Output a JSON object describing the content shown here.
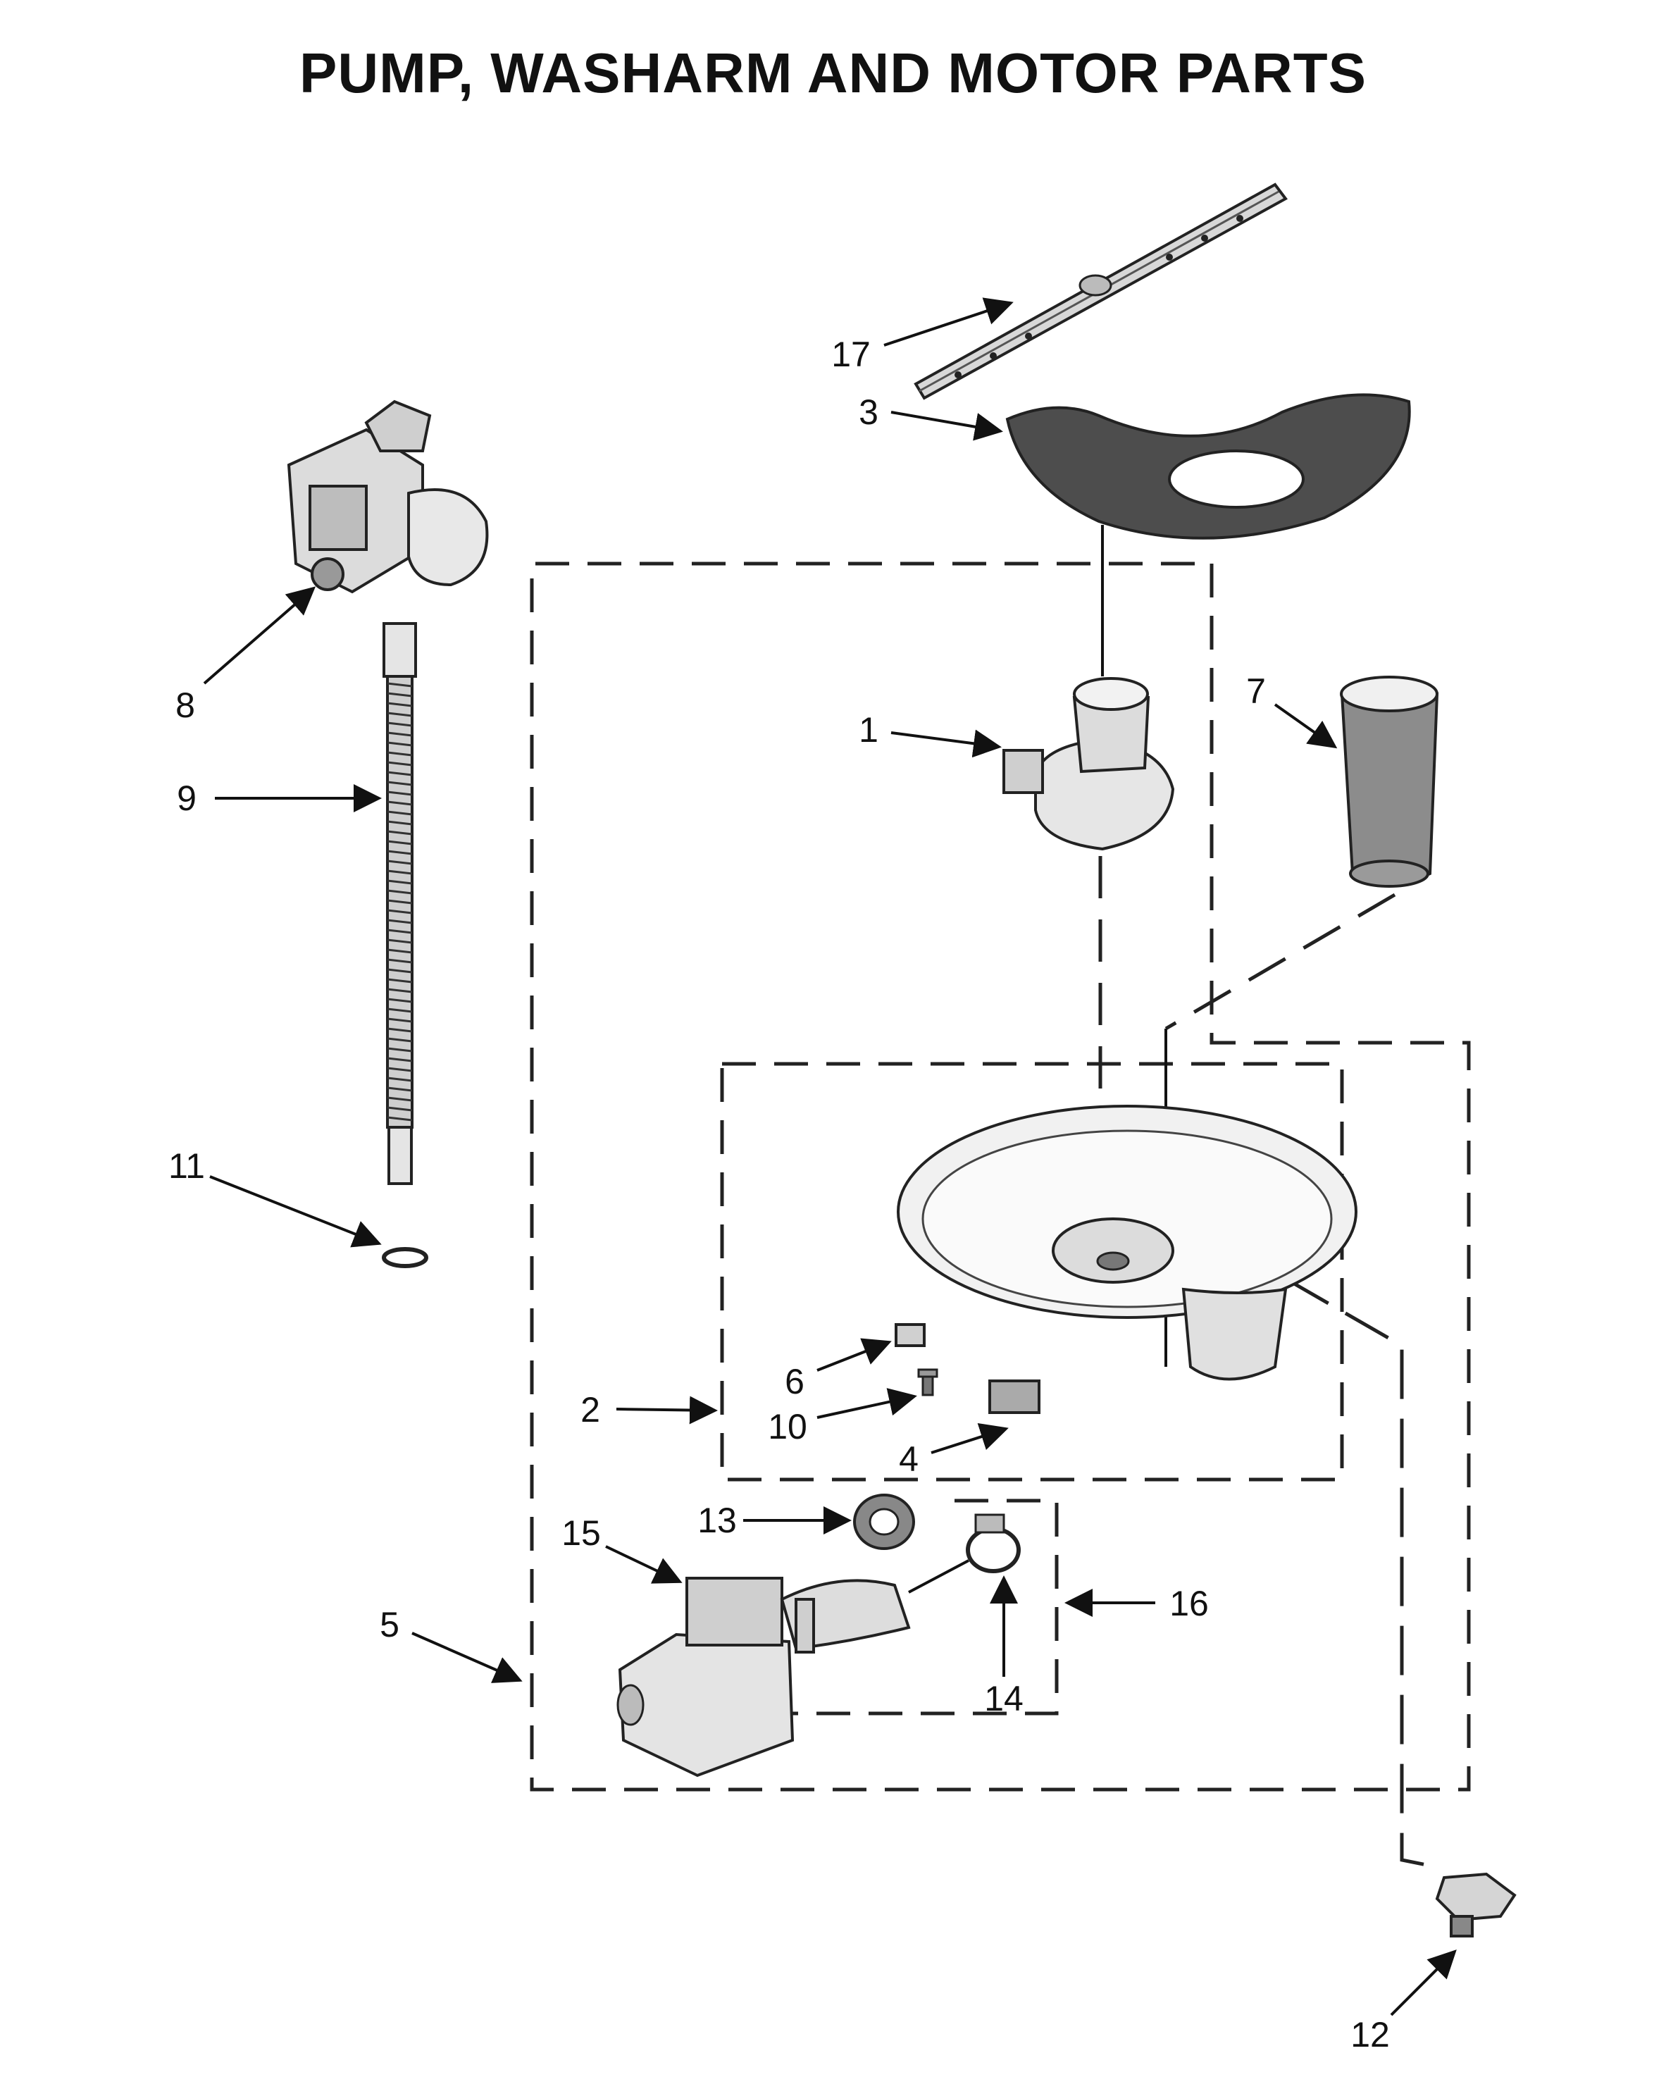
{
  "title": "PUMP, WASHARM AND MOTOR PARTS",
  "callouts": [
    "1",
    "2",
    "3",
    "4",
    "5",
    "6",
    "7",
    "8",
    "9",
    "10",
    "11",
    "12",
    "13",
    "14",
    "15",
    "16",
    "17"
  ],
  "colors": {
    "line": "#222222",
    "part_fill": "#e6e6e6",
    "part_dark": "#555555",
    "background": "#ffffff"
  }
}
